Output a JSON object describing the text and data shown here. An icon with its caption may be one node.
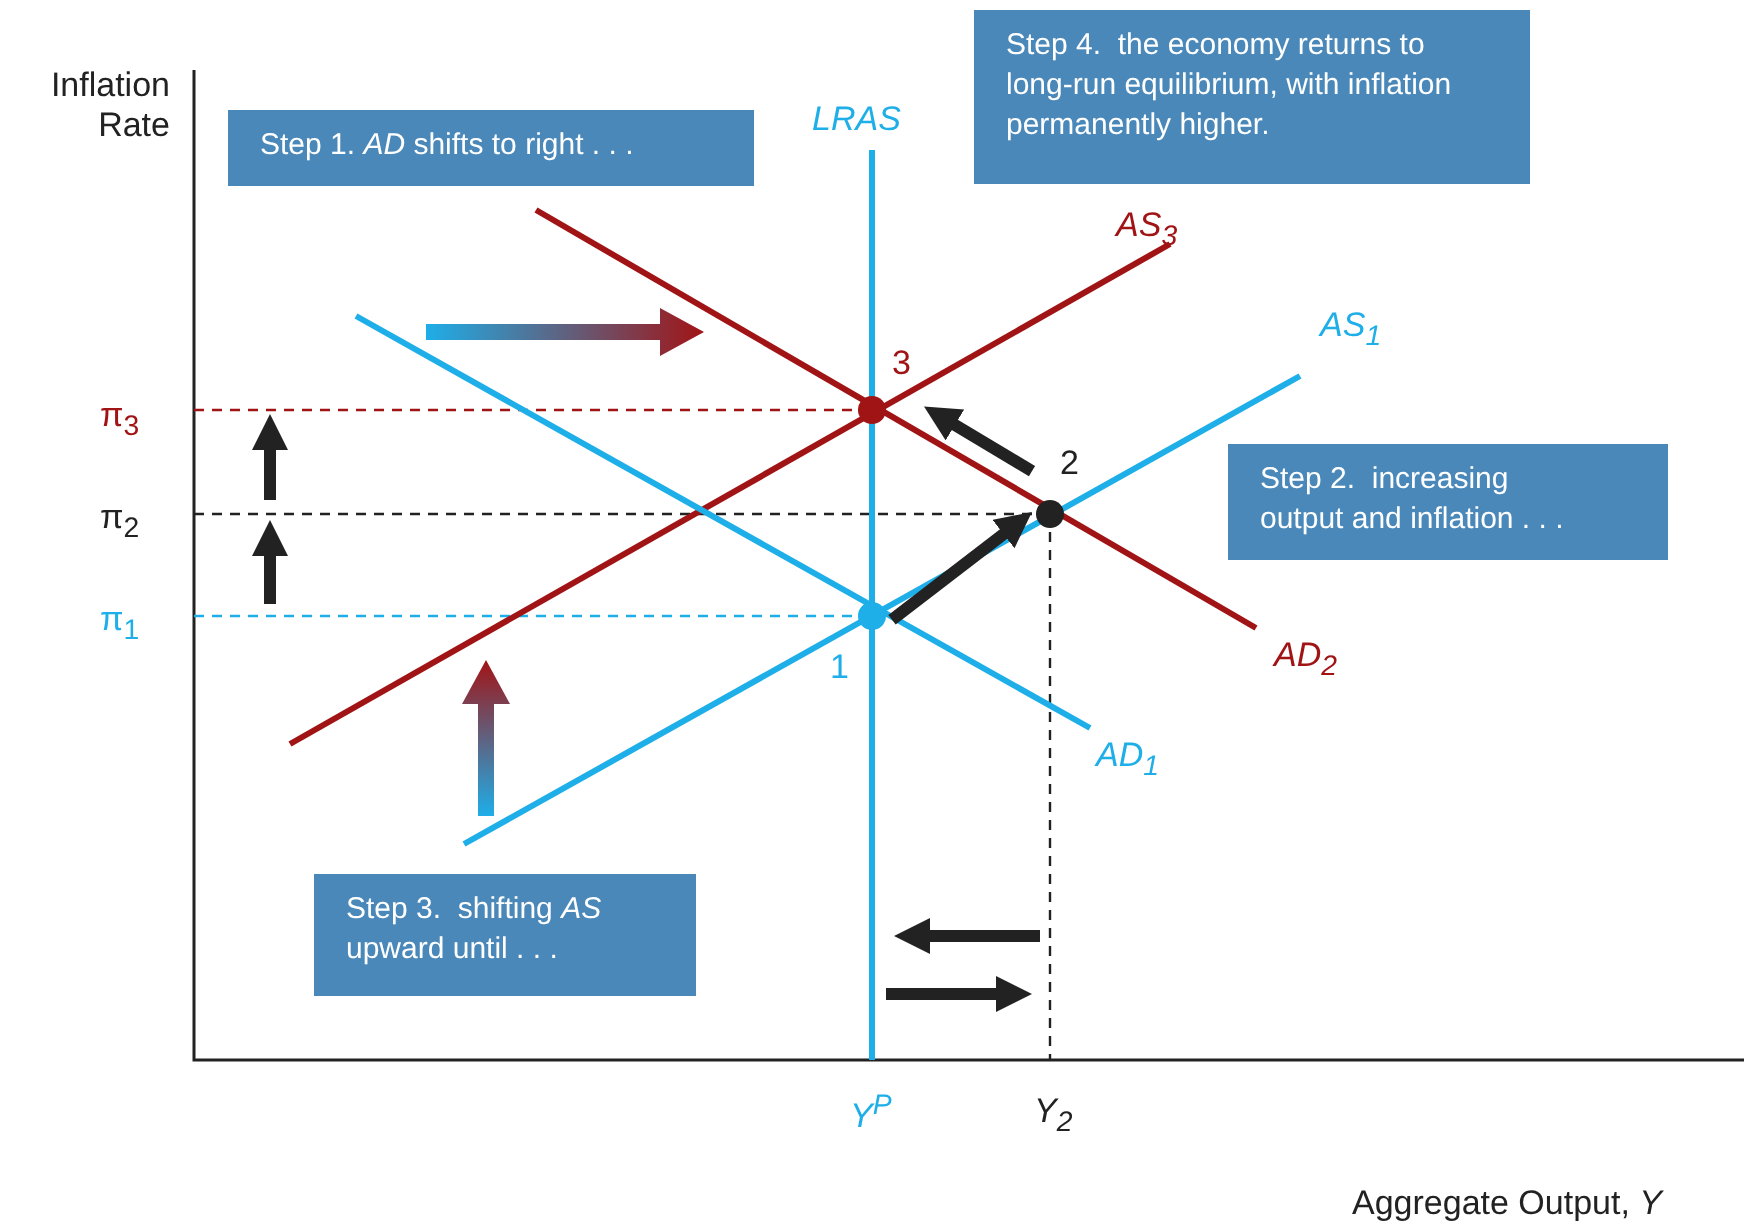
{
  "diagram": {
    "nodes": [
      {
        "text": [
          "Step 1. *AD* shifts to right . . ."
        ]
      },
      {
        "text": [
          "Step 4.  the economy returns to long-run equilibrium, with inflation permanently higher."
        ]
      },
      {
        "text": [
          "3"
        ]
      },
      {
        "text": [
          "2"
        ]
      },
      {
        "text": [
          "Step 2.  increasing output and inflation . . ."
        ]
      },
      {
        "text": [
          "1"
        ]
      },
      {
        "text": [
          "Step 3.  shifting *AS* upward until . . ."
        ]
      }
    ],
    "edges": [
      {
        "from": 5,
        "to": 3,
        "arrow": "to"
      },
      {
        "from": 3,
        "to": 2,
        "arrow": "to"
      }
    ],
    "labels": [
      "Inflation Rate",
      "LRAS",
      "AS$_{3}$",
      "AS$_{1}$",
      "π$_{3}$",
      "π$_{2}$",
      "π$_{1}$",
      "AD$_{2}$",
      "AD$_{1}$",
      "Y$^{P}$",
      "Y$_{2}$",
      "Aggregate Output, *Y*"
    ]
  }
}
